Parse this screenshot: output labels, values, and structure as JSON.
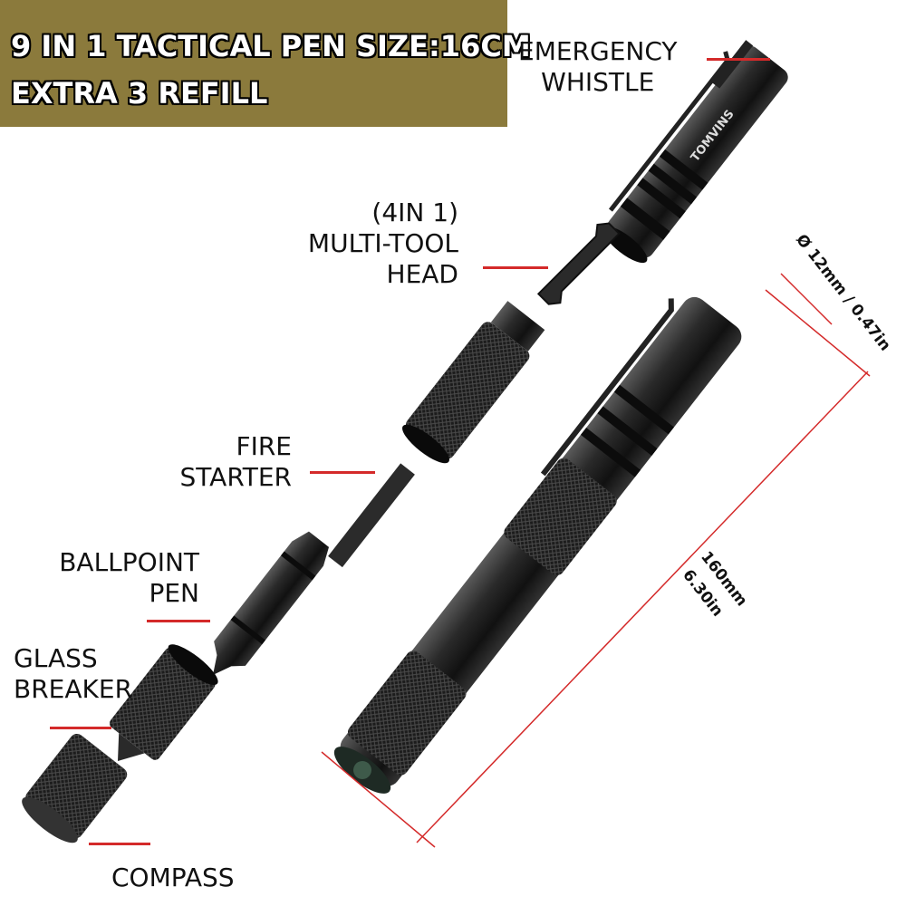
{
  "banner": {
    "line1": "9 IN 1 TACTICAL PEN SIZE:16CM",
    "line2": "EXTRA 3 REFILL",
    "background": "#8b7a3c"
  },
  "brand": "TOMVINS",
  "labels": {
    "emergency_whistle": [
      "EMERGENCY",
      "WHISTLE"
    ],
    "multi_tool_head": [
      "(4IN 1)",
      "MULTI-TOOL",
      "HEAD"
    ],
    "fire_starter": [
      "FIRE",
      "STARTER"
    ],
    "ballpoint_pen": [
      "BALLPOINT",
      "PEN"
    ],
    "glass_breaker": [
      "GLASS",
      "BREAKER"
    ],
    "compass": [
      "COMPASS"
    ]
  },
  "dimensions": {
    "diameter": "Ø 12mm / 0.47in",
    "length_mm": "160mm",
    "length_in": "6.30in"
  },
  "colors": {
    "leader": "#d42a2a",
    "pen_body": "#1a1a1a",
    "text": "#111111"
  }
}
